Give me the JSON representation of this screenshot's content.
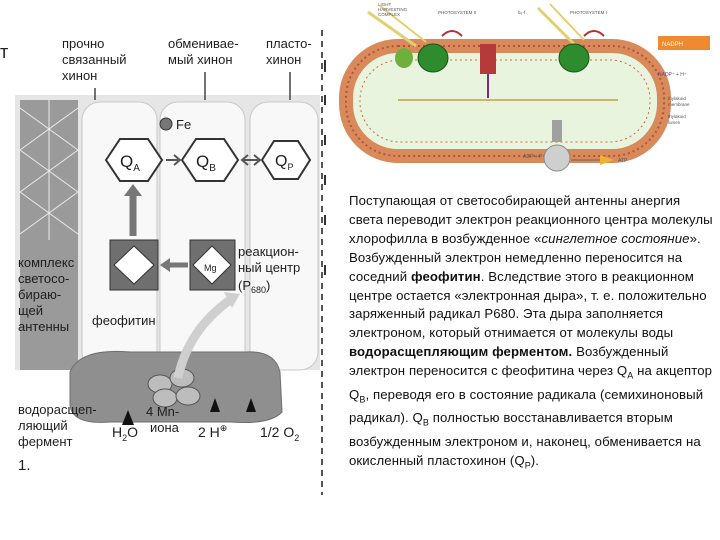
{
  "stray_char": "т",
  "scheme": {
    "labels": {
      "bound_quinone": [
        "прочно",
        "связанный",
        "хинон"
      ],
      "exchangeable_quinone": [
        "обменивае-",
        "мый хинон"
      ],
      "plastoquinone": [
        "пласто-",
        "хинон"
      ],
      "fe": "Fe",
      "qa": "Q",
      "qa_sub": "A",
      "qb": "Q",
      "qb_sub": "B",
      "qp": "Q",
      "qp_sub": "P",
      "antenna": [
        "комплекс",
        "светосо-",
        "бираю-",
        "щей",
        "антенны"
      ],
      "pheophytin": "феофитин",
      "reaction_center": [
        "реакцион-",
        "ный центр",
        "(P",
        "680",
        ")"
      ],
      "mg": "Mg",
      "mn": [
        "4 Mn-",
        "иона"
      ],
      "water": "H",
      "water_sub": "2",
      "water_o": "O",
      "protons": "2 H",
      "oxygen": "1/2 O",
      "oxygen_sub": "2",
      "enzyme": [
        "водорасщеп-",
        "ляющий",
        "фермент",
        "1."
      ]
    }
  },
  "illustration": {
    "labels": {
      "light_harvesting": [
        "LIGHT",
        "HARVESTING",
        "COMPLEX"
      ],
      "photosystem_2": "PHOTOSYSTEM II",
      "cytb6f": "b₆-f",
      "photosystem_1": "PHOTOSYSTEM I",
      "nadph": "NADPH",
      "nadp": "NADP⁺ + H⁺",
      "adp": "ADP + P",
      "atp": "ATP",
      "side_notes": [
        "thylakoid",
        "membrane",
        "thylakoid",
        "lumen"
      ]
    }
  },
  "text": {
    "p1": "Поступающая от светособирающей антенны анергия света переводит электрон реакционного центра молекулы хлорофилла в возбужденное «",
    "p1_italic": "синглетное состояние",
    "p2": "». Возбужденный электрон немедленно переносится на соседний ",
    "p2_bold": "феофитин",
    "p3": ". Вследствие этого в реакционном центре остается «электронная дыра», т. е. положительно заряженный радикал Р680. Эта дыра заполняется электроном, который отнимается от молекулы воды ",
    "p3_bold": "водорасщепляющим ферментом.",
    "p4a": " Возбужденный электрон переносится с феофитина через Q",
    "p4a_sub": "A",
    "p4b": " на акцептор Q",
    "p4b_sub": "B",
    "p4c": ", переводя его в состояние радикала (семихиноновый радикал). Q",
    "p4c_sub": "B",
    "p4d": " полностью восстанавливается вторым возбужденным электроном и, наконец, обменивается на окисленный пластохинон (Q",
    "p4d_sub": "P",
    "p4e": ")."
  },
  "colors": {
    "membrane": "#d98a5a",
    "membrane_dark": "#b5533a",
    "fill_green": "#e9f4df",
    "protein_green": "#2e8b2e"
  }
}
